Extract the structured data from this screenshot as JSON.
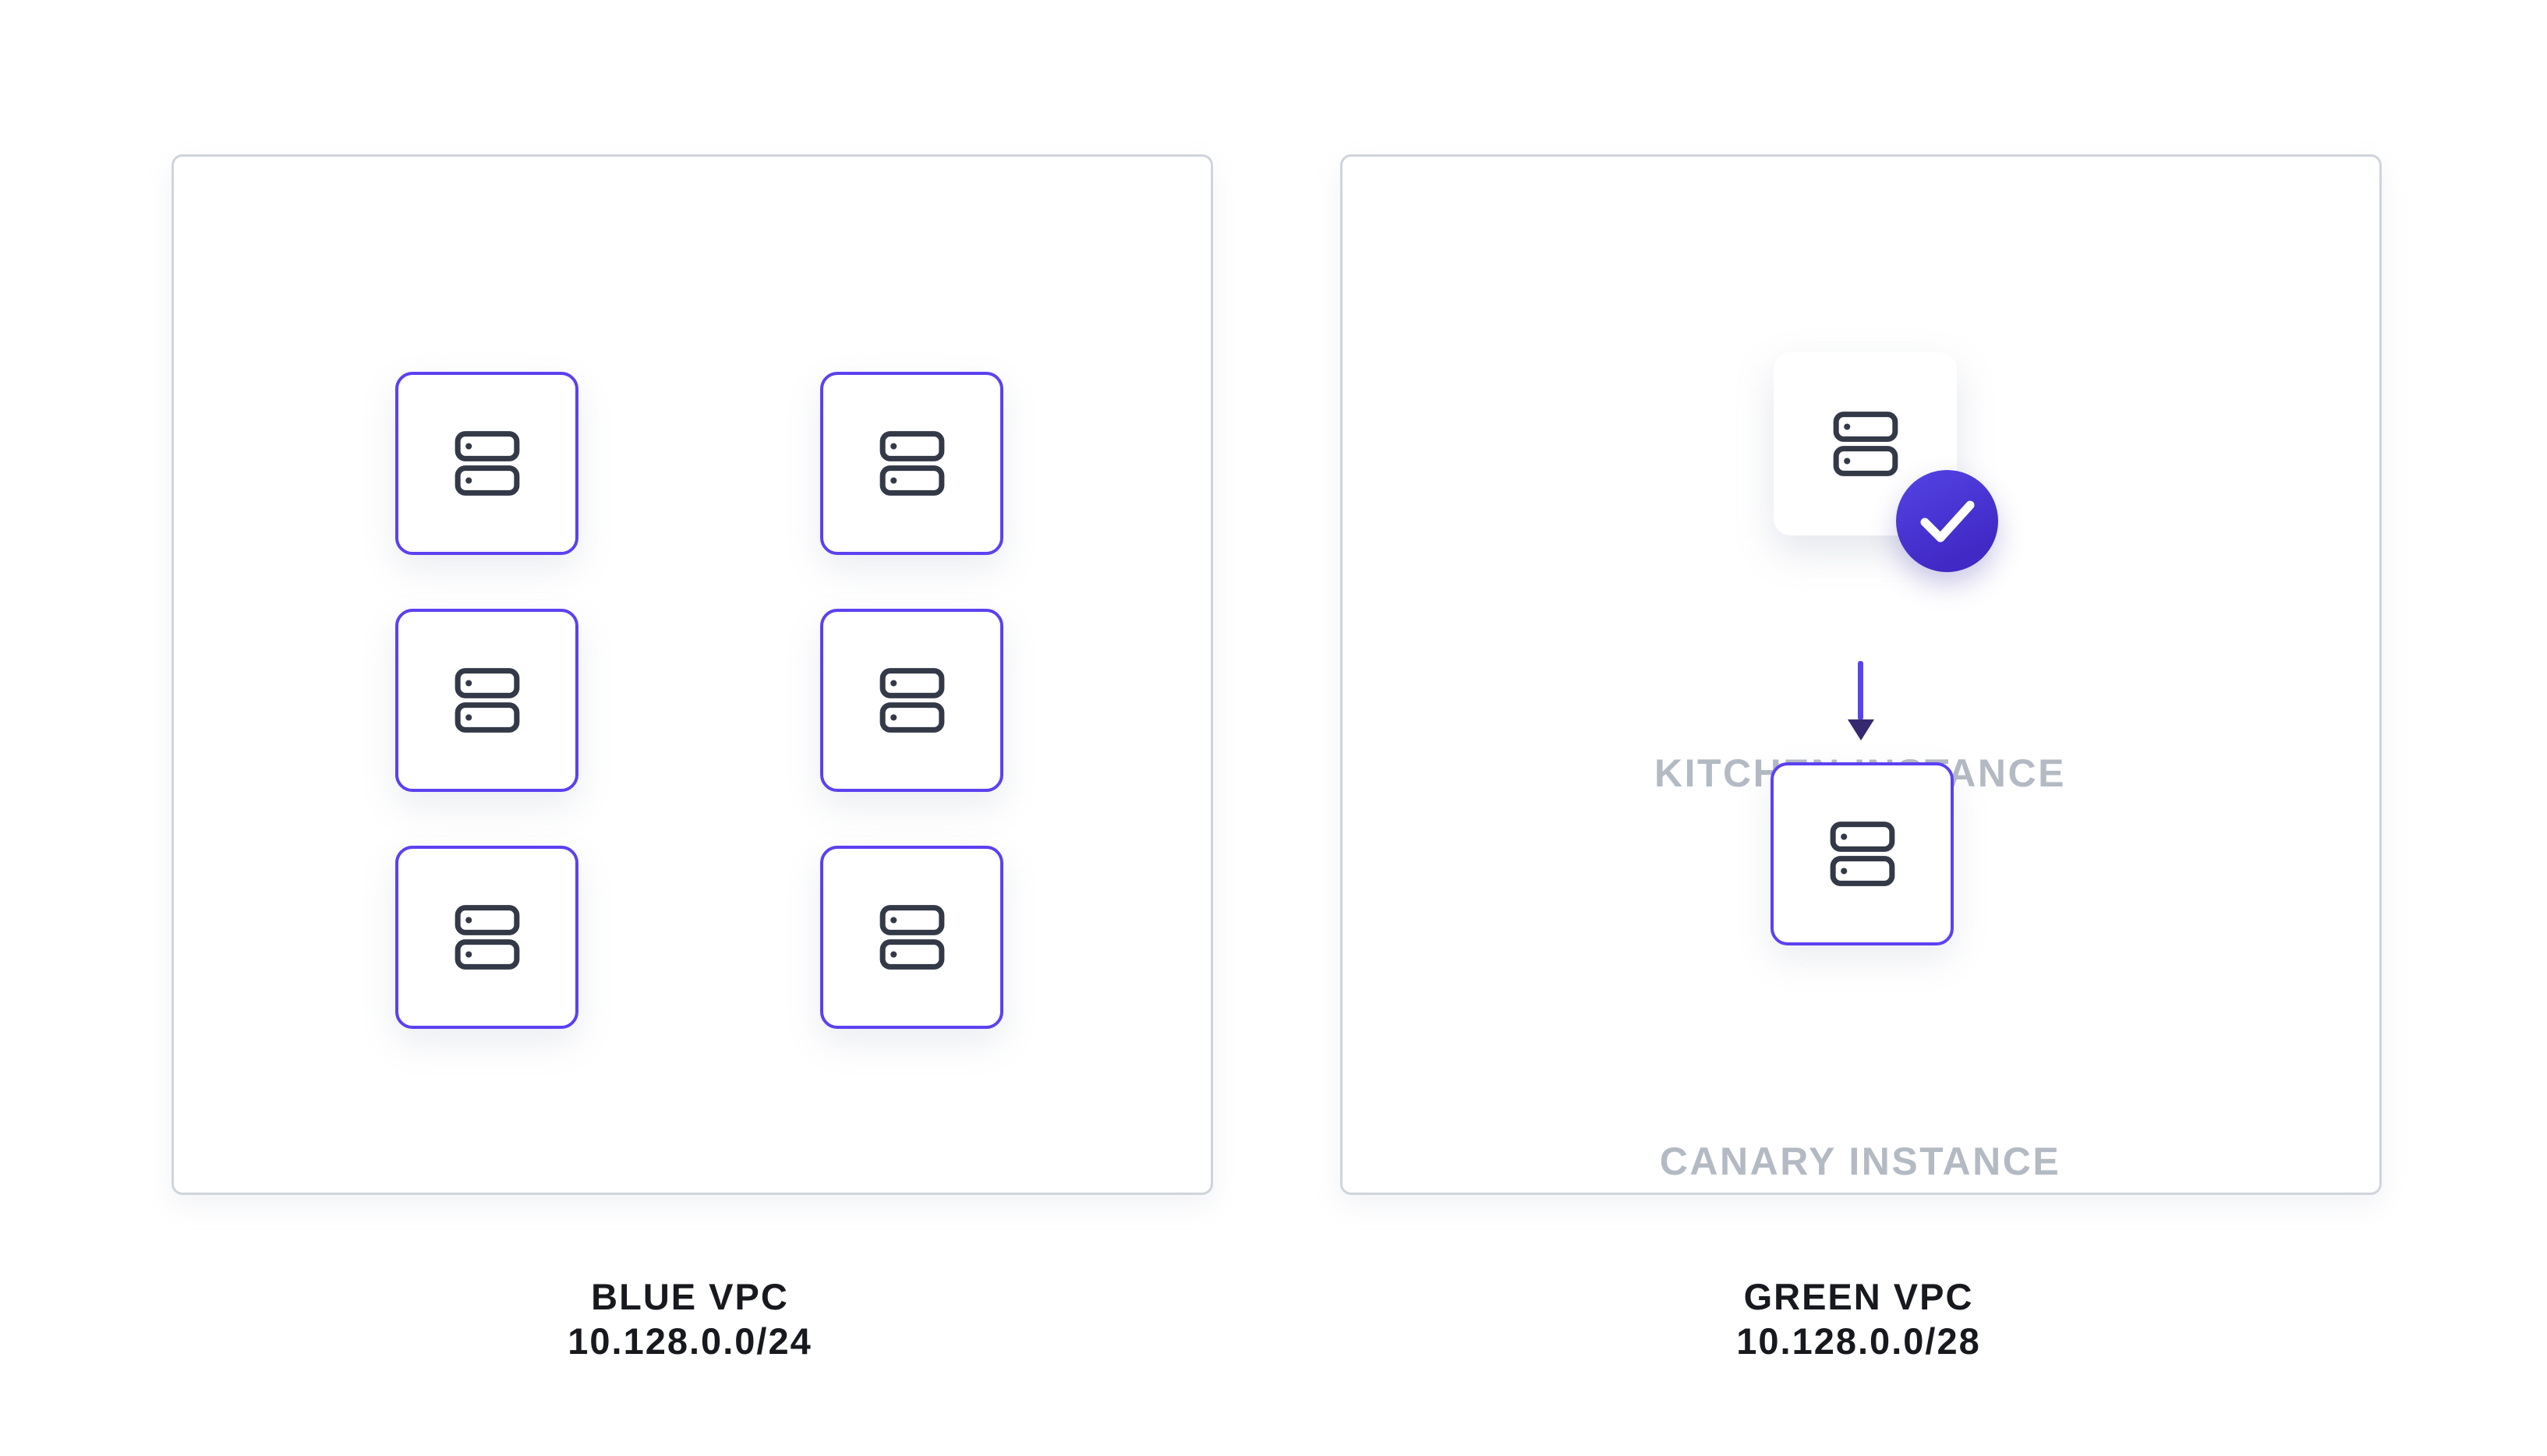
{
  "diagram": {
    "blue_vpc": {
      "label": "BLUE VPC",
      "cidr": "10.128.0.0/24",
      "instance_count": 6
    },
    "green_vpc": {
      "label": "GREEN VPC",
      "cidr": "10.128.0.0/28",
      "kitchen": {
        "label": "KITCHEN INSTANCE",
        "status_icon": "check-icon"
      },
      "canary": {
        "label": "CANARY INSTANCE"
      },
      "flow": "kitchen-to-canary-arrow"
    },
    "icons": {
      "server": "server-icon",
      "check": "check-icon",
      "arrow": "arrow-down-icon"
    },
    "colors": {
      "accent_purple": "#5b41f0",
      "arrow_line": "#5844ef",
      "arrow_head": "#37296f",
      "check_badge_start": "#5344e4",
      "check_badge_end": "#4129c6",
      "icon_stroke": "#333947",
      "box_border": "#cfd4dc",
      "muted_label": "#b4bac3",
      "text_dark": "#17191e",
      "background": "#ffffff"
    }
  }
}
